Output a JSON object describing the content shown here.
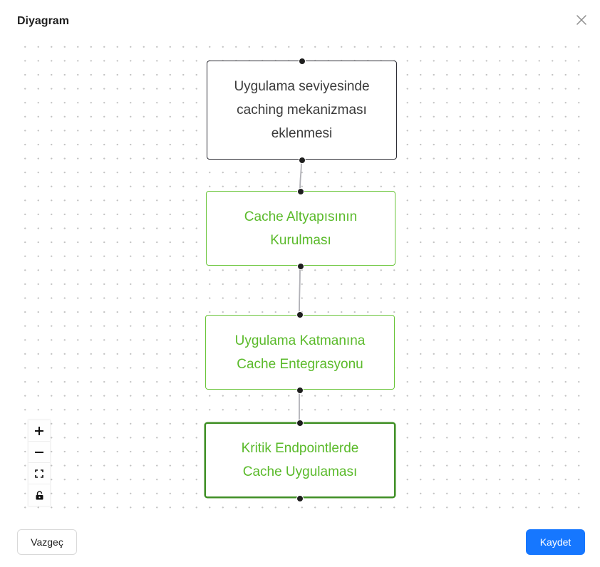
{
  "modal": {
    "title": "Diyagram",
    "close_icon": "close-icon"
  },
  "diagram": {
    "nodes": [
      {
        "label": "Uygulama seviyesinde caching mekanizması eklenmesi",
        "type": "root"
      },
      {
        "label": "Cache Altyapısının Kurulması",
        "type": "child"
      },
      {
        "label": "Uygulama Katmanına Cache Entegrasyonu",
        "type": "child"
      },
      {
        "label": "Kritik Endpointlerde Cache Uygulaması",
        "type": "child",
        "selected": true
      }
    ],
    "edge_color": "#b1b1b7",
    "root_border_color": "#2b2b33",
    "child_border_color": "#6ac53a",
    "child_text_color": "#5aba2a"
  },
  "controls": {
    "zoom_in_icon": "plus-icon",
    "zoom_out_icon": "minus-icon",
    "fit_view_icon": "fit-view-icon",
    "lock_icon": "lock-icon"
  },
  "footer": {
    "cancel_label": "Vazgeç",
    "save_label": "Kaydet",
    "save_color": "#1677ff"
  }
}
